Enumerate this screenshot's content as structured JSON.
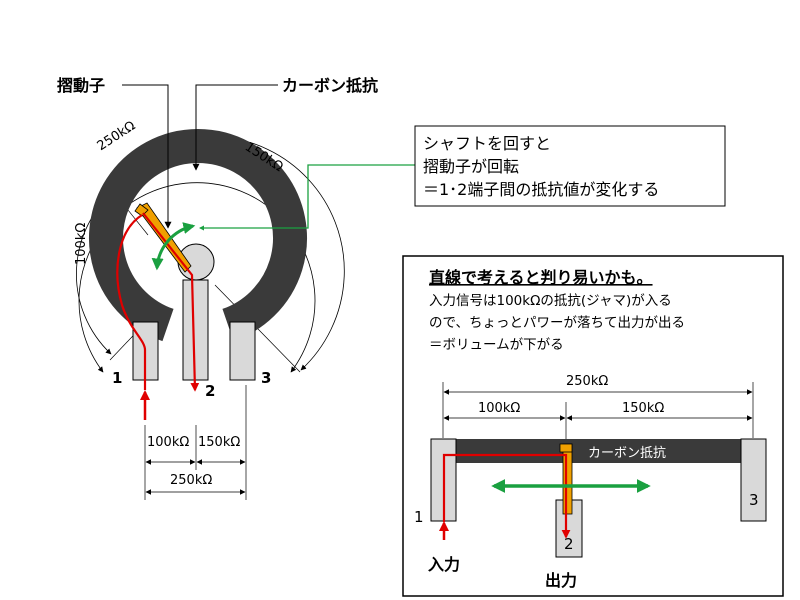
{
  "labels": {
    "slider": "摺動子",
    "carbon_resistor": "カーボン抵抗",
    "arc_250": "250kΩ",
    "arc_150": "150kΩ",
    "arc_100": "100kΩ"
  },
  "callout": {
    "line1": "シャフトを回すと",
    "line2": "摺動子が回転",
    "line3": "＝1･2端子間の抵抗値が変化する"
  },
  "terminals": {
    "t1": "1",
    "t2": "2",
    "t3": "3"
  },
  "bottom_dims": {
    "left": "100kΩ",
    "right": "150kΩ",
    "total": "250kΩ"
  },
  "box": {
    "title": "直線で考えると判り易いかも。",
    "line1": "入力信号は100kΩの抵抗(ジャマ)が入る",
    "line2": "ので、ちょっとパワーが落ちて出力が出る",
    "line3": "＝ボリュームが下がる",
    "dim_total": "250kΩ",
    "dim_left": "100kΩ",
    "dim_right": "150kΩ",
    "bar_label": "カーボン抵抗",
    "t1": "1",
    "t2": "2",
    "t3": "3",
    "input_label": "入力",
    "output_label": "出力"
  },
  "colors": {
    "carbon": "#3a3a3a",
    "terminal": "#d9d9d9",
    "wire": "#e00000",
    "slider": "#f0a000",
    "arrow": "#1aa040"
  }
}
